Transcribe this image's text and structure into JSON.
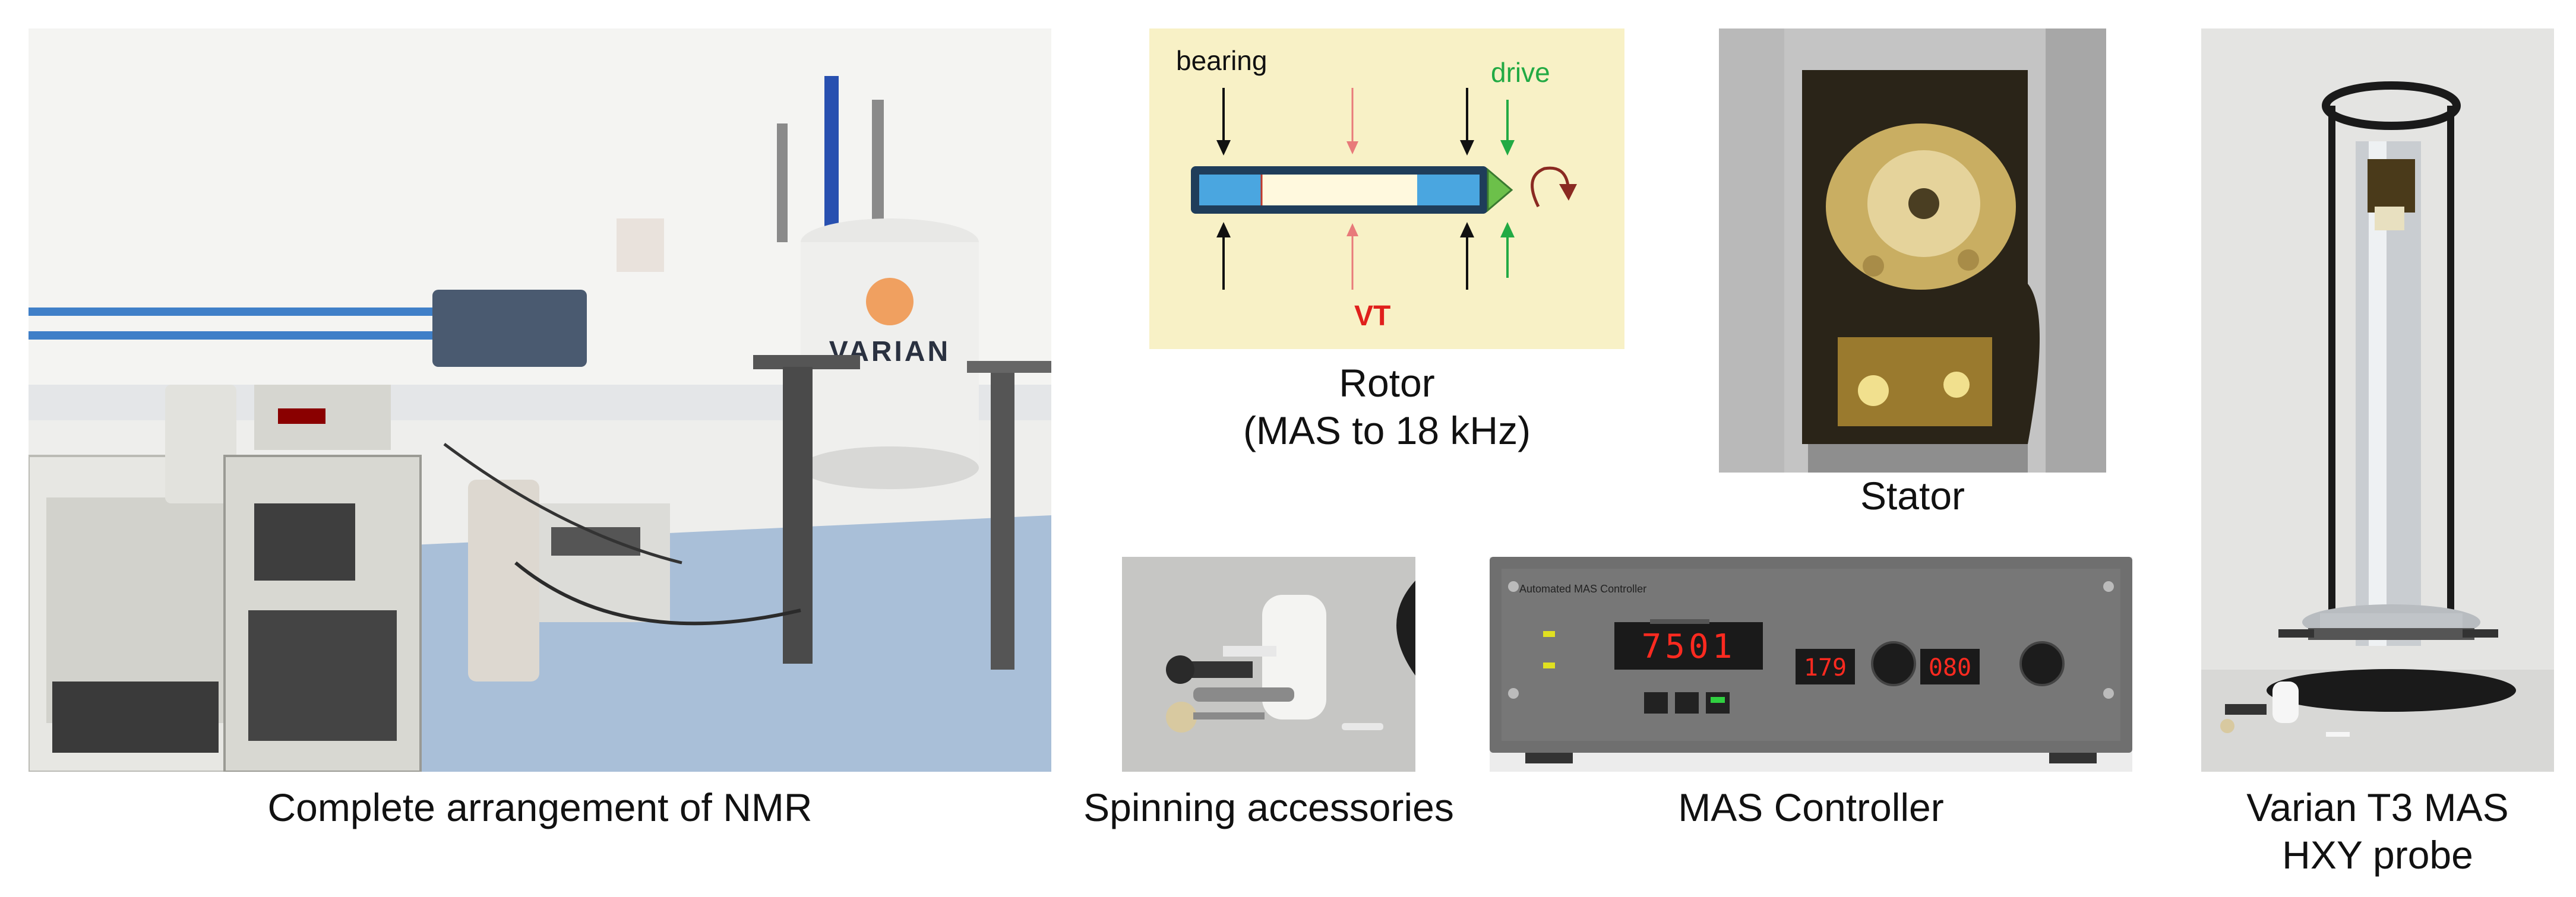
{
  "panels": {
    "nmr": {
      "caption": "Complete arrangement of NMR",
      "magnet_label": "VARIAN"
    },
    "rotor": {
      "caption_line1": "Rotor",
      "caption_line2": "(MAS to 18 kHz)",
      "labels": {
        "bearing": "bearing",
        "drive": "drive",
        "vt": "VT"
      }
    },
    "stator": {
      "caption": "Stator"
    },
    "accessories": {
      "caption": "Spinning accessories"
    },
    "controller": {
      "caption": "MAS Controller",
      "title": "Automated MAS Controller",
      "speed_display": "7501",
      "bearing_display": "179",
      "drive_display": "080"
    },
    "probe": {
      "caption_line1": "Varian T3 MAS",
      "caption_line2": "HXY probe"
    }
  },
  "colors": {
    "rotor_background": "#f8f1c6",
    "rotor_tube": "#1f3d5a",
    "rotor_end": "#4aa6e0",
    "label_black": "#111111",
    "label_drive": "#22aa44",
    "label_vt": "#e0201c",
    "led_red": "#ff2a20"
  }
}
